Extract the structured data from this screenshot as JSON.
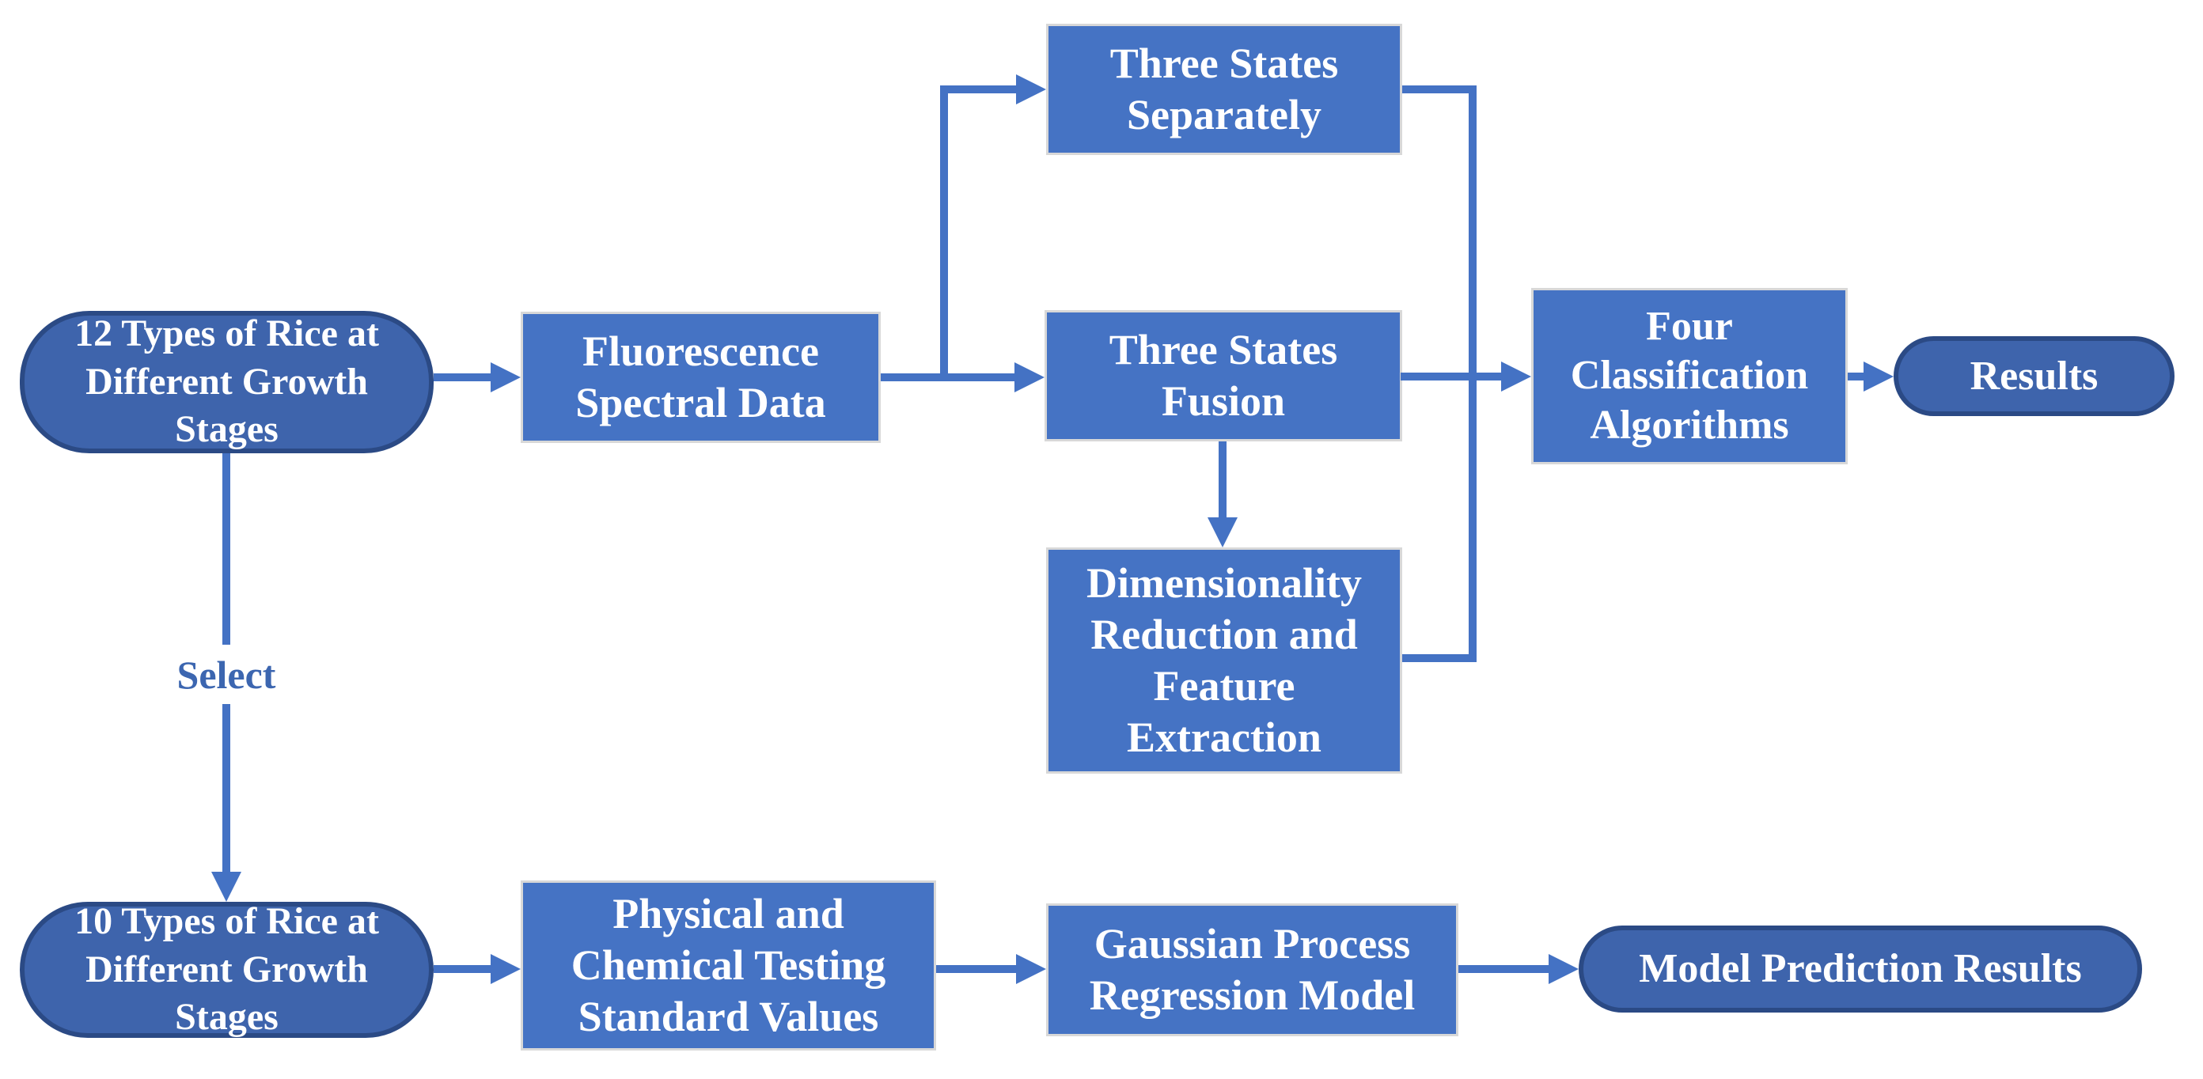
{
  "diagram": {
    "title": "Rice fluorescence spectral analysis workflow flowchart",
    "colors": {
      "rect_fill": "#4573C4",
      "rect_border": "#D8D8D8",
      "pill_fill": "#3E64AC",
      "pill_border": "#2B4A85",
      "connector": "#4472C4",
      "label_text": "#FFFFFF",
      "select_text": "#3C66B0",
      "canvas_bg": "#FFFFFF"
    },
    "nodes": {
      "twelve_types": {
        "shape": "rounded",
        "label": "12 Types of Rice at\nDifferent Growth\nStages"
      },
      "fluorescence": {
        "shape": "rect",
        "label": "Fluorescence\nSpectral Data"
      },
      "three_states_separately": {
        "shape": "rect",
        "label": "Three States\nSeparately"
      },
      "three_states_fusion": {
        "shape": "rect",
        "label": "Three States\nFusion"
      },
      "dim_reduction": {
        "shape": "rect",
        "label": "Dimensionality\nReduction and\nFeature\nExtraction"
      },
      "four_classification": {
        "shape": "rect",
        "label": "Four\nClassification\nAlgorithms"
      },
      "results": {
        "shape": "rounded",
        "label": "Results"
      },
      "ten_types": {
        "shape": "rounded",
        "label": "10 Types of Rice at\nDifferent Growth\nStages"
      },
      "physical_chemical": {
        "shape": "rect",
        "label": "Physical and\nChemical Testing\nStandard Values"
      },
      "gaussian": {
        "shape": "rect",
        "label": "Gaussian Process\nRegression Model"
      },
      "model_prediction": {
        "shape": "rounded",
        "label": "Model Prediction Results"
      }
    },
    "edges": [
      {
        "from": "twelve_types",
        "to": "fluorescence",
        "arrow": true
      },
      {
        "from": "fluorescence",
        "to": "three_states_separately",
        "arrow": true
      },
      {
        "from": "fluorescence",
        "to": "three_states_fusion",
        "arrow": true
      },
      {
        "from": "three_states_fusion",
        "to": "dim_reduction",
        "arrow": true
      },
      {
        "from": "three_states_fusion",
        "to": "four_classification",
        "arrow": true
      },
      {
        "from": "three_states_separately",
        "to": "four_classification",
        "arrow": false
      },
      {
        "from": "dim_reduction",
        "to": "four_classification",
        "arrow": false
      },
      {
        "from": "four_classification",
        "to": "results",
        "arrow": true
      },
      {
        "from": "twelve_types",
        "to": "ten_types",
        "arrow": true,
        "label": "Select"
      },
      {
        "from": "ten_types",
        "to": "physical_chemical",
        "arrow": true
      },
      {
        "from": "physical_chemical",
        "to": "gaussian",
        "arrow": true
      },
      {
        "from": "gaussian",
        "to": "model_prediction",
        "arrow": true
      }
    ]
  }
}
